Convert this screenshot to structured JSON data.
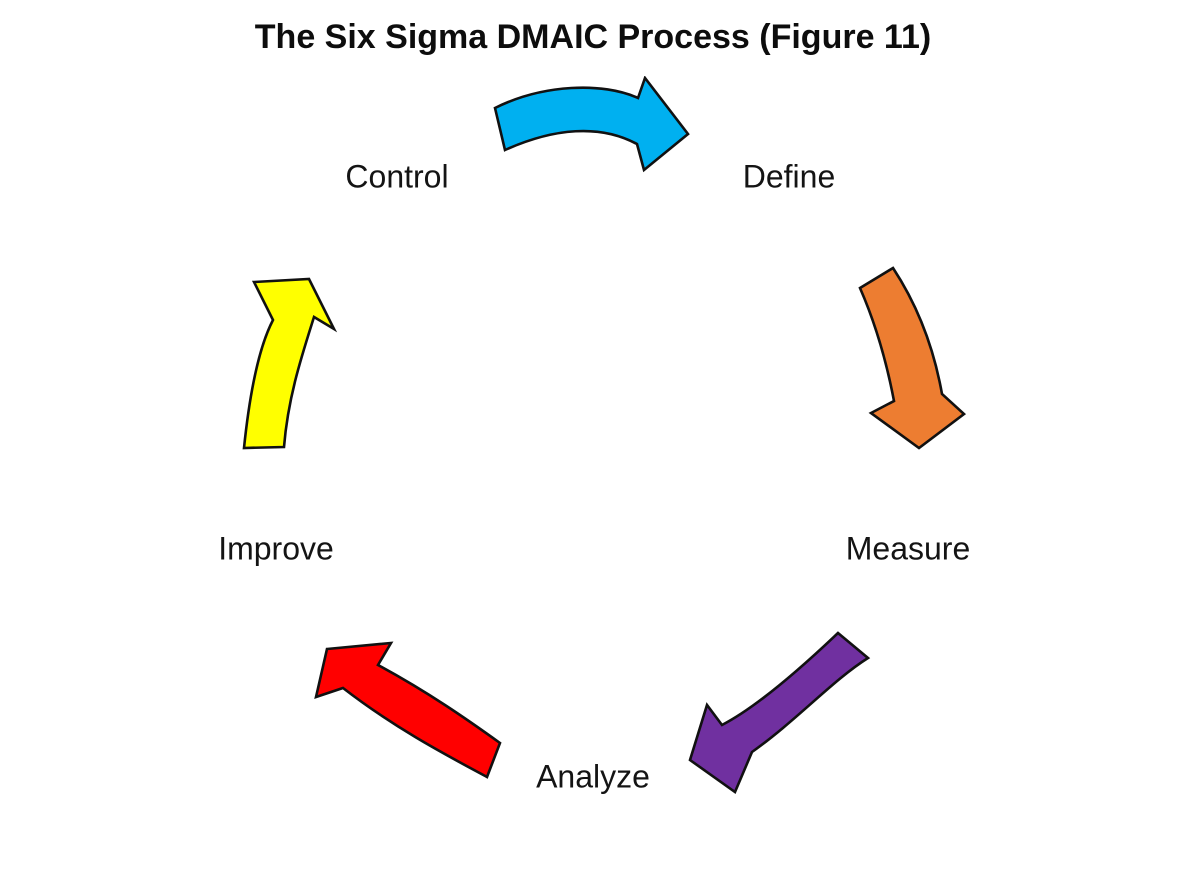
{
  "diagram": {
    "title": "The Six Sigma DMAIC Process (Figure 11)",
    "type": "cycle",
    "stages": [
      {
        "id": "control",
        "label": "Control"
      },
      {
        "id": "define",
        "label": "Define"
      },
      {
        "id": "measure",
        "label": "Measure"
      },
      {
        "id": "analyze",
        "label": "Analyze"
      },
      {
        "id": "improve",
        "label": "Improve"
      }
    ],
    "arrows": [
      {
        "name": "control-to-define",
        "from": "Control",
        "to": "Define",
        "color": "#00B0F0"
      },
      {
        "name": "define-to-measure",
        "from": "Define",
        "to": "Measure",
        "color": "#ED7D31"
      },
      {
        "name": "measure-to-analyze",
        "from": "Measure",
        "to": "Analyze",
        "color": "#7030A0"
      },
      {
        "name": "analyze-to-improve",
        "from": "Analyze",
        "to": "Improve",
        "color": "#FF0000"
      },
      {
        "name": "improve-to-control",
        "from": "Improve",
        "to": "Control",
        "color": "#FFFF00"
      }
    ],
    "outline_color": "#111111",
    "background_color": "#FFFFFF"
  }
}
